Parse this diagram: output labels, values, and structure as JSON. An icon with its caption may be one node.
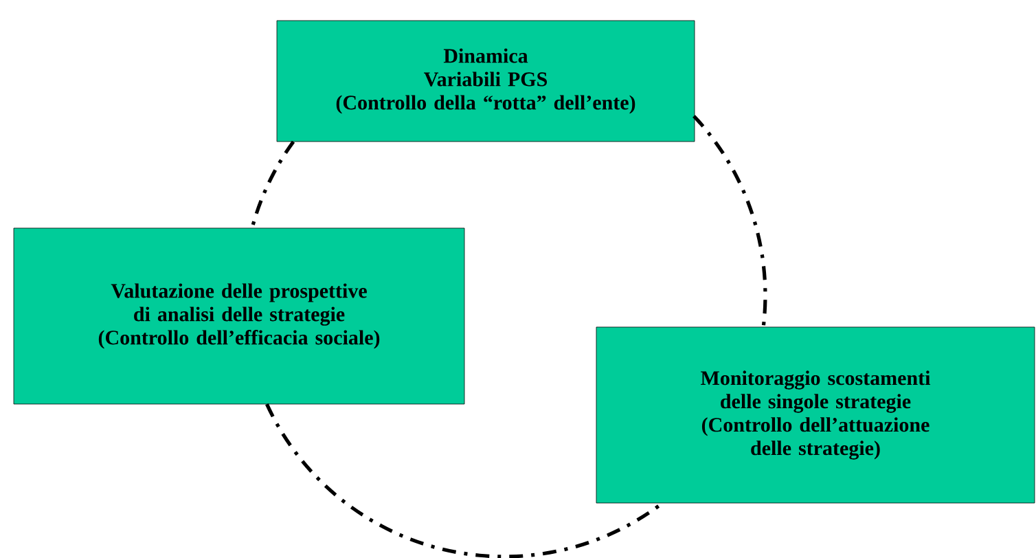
{
  "diagram": {
    "nodes": [
      {
        "text": [
          "Dinamica",
          "Variabili PGS",
          "(Controllo della “rotta” dell’ente)"
        ]
      },
      {
        "text": [
          "Valutazione delle prospettive di analisi delle strategie",
          "(Controllo dell’efficacia sociale)"
        ]
      },
      {
        "text": [
          "Monitoraggio scostamenti delle singole strategie",
          "(Controllo dell’attuazione delle strategie)"
        ]
      }
    ],
    "edges": [
      {
        "from": 0,
        "to": 1,
        "arrow": "none",
        "style": "dashed"
      },
      {
        "from": 0,
        "to": 2,
        "arrow": "none",
        "style": "dashed"
      },
      {
        "from": 1,
        "to": 2,
        "arrow": "none",
        "style": "dashed"
      }
    ]
  }
}
